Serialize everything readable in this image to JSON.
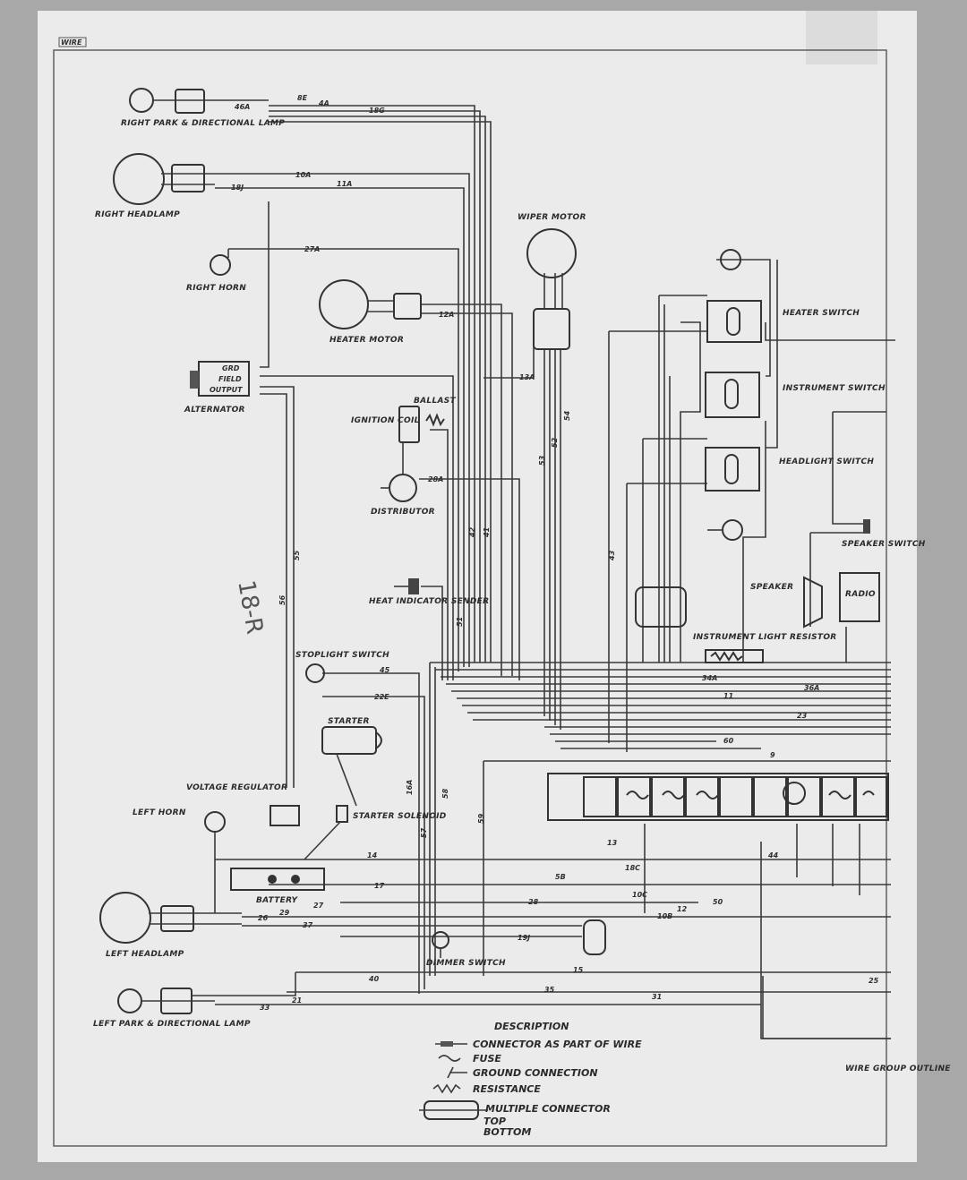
{
  "title_tag": "WIRE",
  "components": {
    "right_park_lamp": "RIGHT PARK & DIRECTIONAL LAMP",
    "right_headlamp": "RIGHT HEADLAMP",
    "right_horn": "RIGHT HORN",
    "alternator": "ALTERNATOR",
    "alt_grd": "GRD",
    "alt_field": "FIELD",
    "alt_output": "OUTPUT",
    "heater_motor": "HEATER MOTOR",
    "wiper_motor": "WIPER MOTOR",
    "ballast": "BALLAST",
    "ignition_coil": "IGNITION COIL",
    "distributor": "DISTRIBUTOR",
    "heat_indicator": "HEAT INDICATOR SENDER",
    "stoplight_switch": "STOPLIGHT SWITCH",
    "starter": "STARTER",
    "voltage_regulator": "VOLTAGE REGULATOR",
    "left_horn": "LEFT HORN",
    "starter_solenoid": "STARTER SOLENOID",
    "battery": "BATTERY",
    "left_headlamp": "LEFT HEADLAMP",
    "left_park_lamp": "LEFT PARK & DIRECTIONAL LAMP",
    "dimmer_switch": "DIMMER SWITCH",
    "heater_switch": "HEATER SWITCH",
    "instrument_switch": "INSTRUMENT SWITCH",
    "headlight_switch": "HEADLIGHT SWITCH",
    "speaker_switch": "SPEAKER SWITCH",
    "speaker": "SPEAKER",
    "radio": "RADIO",
    "instrument_light_resistor": "INSTRUMENT LIGHT RESISTOR",
    "wire_group": "WIRE GROUP OUTLINE"
  },
  "handwritten": "18-R",
  "wire_codes": [
    "46A",
    "8E",
    "4A",
    "18G",
    "10A",
    "11A",
    "18J",
    "19J",
    "27A",
    "28A",
    "12A",
    "13A",
    "45",
    "22E",
    "34A",
    "36A",
    "11",
    "12",
    "26",
    "27",
    "28",
    "29",
    "37",
    "10C",
    "18C",
    "10B",
    "17",
    "15",
    "14",
    "13",
    "5B",
    "35",
    "9",
    "50",
    "60",
    "40",
    "21",
    "31",
    "33",
    "43",
    "44",
    "23",
    "25",
    "41",
    "42",
    "51",
    "52",
    "53",
    "54",
    "55",
    "56",
    "57",
    "58",
    "59",
    "16A"
  ],
  "legend": {
    "title": "DESCRIPTION",
    "items": [
      {
        "label": "CONNECTOR AS PART OF WIRE",
        "icon": "connector-icon"
      },
      {
        "label": "FUSE",
        "icon": "fuse-icon"
      },
      {
        "label": "GROUND CONNECTION",
        "icon": "ground-icon"
      },
      {
        "label": "RESISTANCE",
        "icon": "resistance-icon"
      },
      {
        "label": "MULTIPLE CONNECTOR",
        "icon": "multiple-connector-icon"
      },
      {
        "label": "TOP",
        "icon": ""
      },
      {
        "label": "BOTTOM",
        "icon": ""
      }
    ]
  }
}
